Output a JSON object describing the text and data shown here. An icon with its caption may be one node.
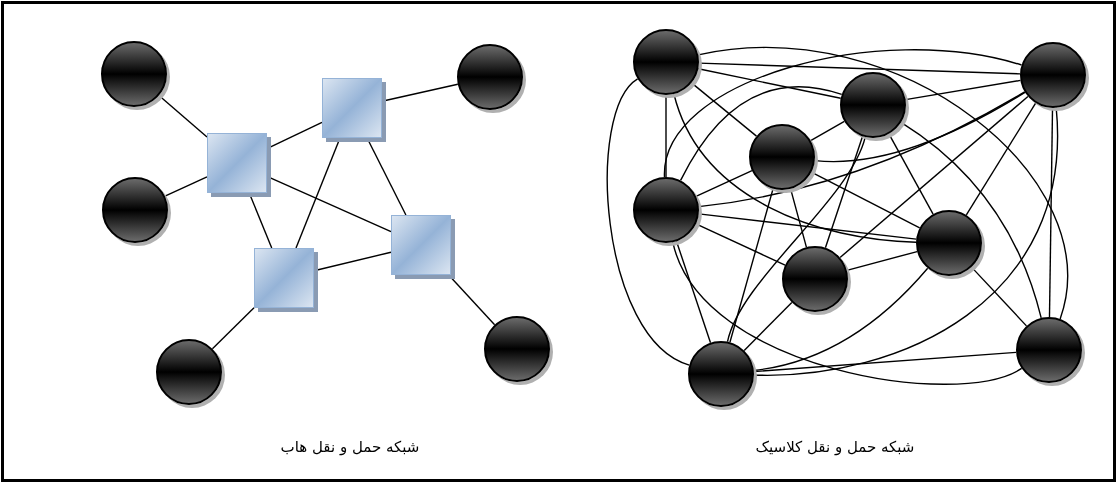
{
  "diagram": {
    "nodes": [
      {
        "text": [],
        "shape": "circle"
      },
      {
        "text": [],
        "shape": "circle"
      },
      {
        "text": [],
        "shape": "box"
      },
      {
        "text": [],
        "shape": "box"
      },
      {
        "text": [],
        "shape": "circle"
      },
      {
        "text": [],
        "shape": "box"
      },
      {
        "text": [],
        "shape": "box"
      },
      {
        "text": [],
        "shape": "circle"
      },
      {
        "text": [],
        "shape": "circle"
      },
      {
        "text": [],
        "shape": "circle"
      },
      {
        "text": [],
        "shape": "circle"
      },
      {
        "text": [],
        "shape": "circle"
      },
      {
        "text": [],
        "shape": "circle"
      },
      {
        "text": [],
        "shape": "circle"
      },
      {
        "text": [],
        "shape": "circle"
      },
      {
        "text": [],
        "shape": "circle"
      },
      {
        "text": [],
        "shape": "circle"
      },
      {
        "text": [],
        "shape": "circle"
      }
    ],
    "edges": [
      {
        "from": 0,
        "to": 3,
        "arrow": "none"
      },
      {
        "from": 4,
        "to": 3,
        "arrow": "none"
      },
      {
        "from": 3,
        "to": 2,
        "arrow": "none"
      },
      {
        "from": 3,
        "to": 6,
        "arrow": "none"
      },
      {
        "from": 3,
        "to": 5,
        "arrow": "none"
      },
      {
        "from": 2,
        "to": 1,
        "arrow": "none"
      },
      {
        "from": 2,
        "to": 6,
        "arrow": "none"
      },
      {
        "from": 2,
        "to": 5,
        "arrow": "none"
      },
      {
        "from": 6,
        "to": 5,
        "arrow": "none"
      },
      {
        "from": 6,
        "to": 8,
        "arrow": "none"
      },
      {
        "from": 5,
        "to": 7,
        "arrow": "none"
      },
      {
        "from": 9,
        "to": 10,
        "arrow": "none"
      },
      {
        "from": 9,
        "to": 11,
        "arrow": "none"
      },
      {
        "from": 9,
        "to": 13,
        "arrow": "none"
      },
      {
        "from": 9,
        "to": 12,
        "arrow": "none"
      },
      {
        "from": 9,
        "to": 14,
        "arrow": "none"
      },
      {
        "from": 9,
        "to": 16,
        "arrow": "none"
      },
      {
        "from": 9,
        "to": 17,
        "arrow": "none"
      },
      {
        "from": 10,
        "to": 13,
        "arrow": "none"
      },
      {
        "from": 13,
        "to": 10,
        "arrow": "none"
      },
      {
        "from": 11,
        "to": 10,
        "arrow": "none"
      },
      {
        "from": 12,
        "to": 10,
        "arrow": "none"
      },
      {
        "from": 15,
        "to": 10,
        "arrow": "none"
      },
      {
        "from": 14,
        "to": 10,
        "arrow": "none"
      },
      {
        "from": 10,
        "to": 16,
        "arrow": "none"
      },
      {
        "from": 10,
        "to": 17,
        "arrow": "none"
      },
      {
        "from": 13,
        "to": 11,
        "arrow": "none"
      },
      {
        "from": 12,
        "to": 11,
        "arrow": "none"
      },
      {
        "from": 11,
        "to": 17,
        "arrow": "none"
      },
      {
        "from": 11,
        "to": 15,
        "arrow": "none"
      },
      {
        "from": 11,
        "to": 14,
        "arrow": "none"
      },
      {
        "from": 11,
        "to": 16,
        "arrow": "none"
      },
      {
        "from": 13,
        "to": 12,
        "arrow": "none"
      },
      {
        "from": 12,
        "to": 17,
        "arrow": "none"
      },
      {
        "from": 12,
        "to": 15,
        "arrow": "none"
      },
      {
        "from": 12,
        "to": 14,
        "arrow": "none"
      },
      {
        "from": 13,
        "to": 14,
        "arrow": "none"
      },
      {
        "from": 13,
        "to": 15,
        "arrow": "none"
      },
      {
        "from": 13,
        "to": 17,
        "arrow": "none"
      },
      {
        "from": 13,
        "to": 16,
        "arrow": "none"
      },
      {
        "from": 15,
        "to": 14,
        "arrow": "none"
      },
      {
        "from": 17,
        "to": 14,
        "arrow": "none"
      },
      {
        "from": 14,
        "to": 16,
        "arrow": "none"
      },
      {
        "from": 15,
        "to": 17,
        "arrow": "none"
      },
      {
        "from": 17,
        "to": 16,
        "arrow": "none"
      }
    ],
    "labels": [
      "شبکه حمل و نقل هاب",
      "شبکه حمل و نقل کلاسیک"
    ]
  }
}
